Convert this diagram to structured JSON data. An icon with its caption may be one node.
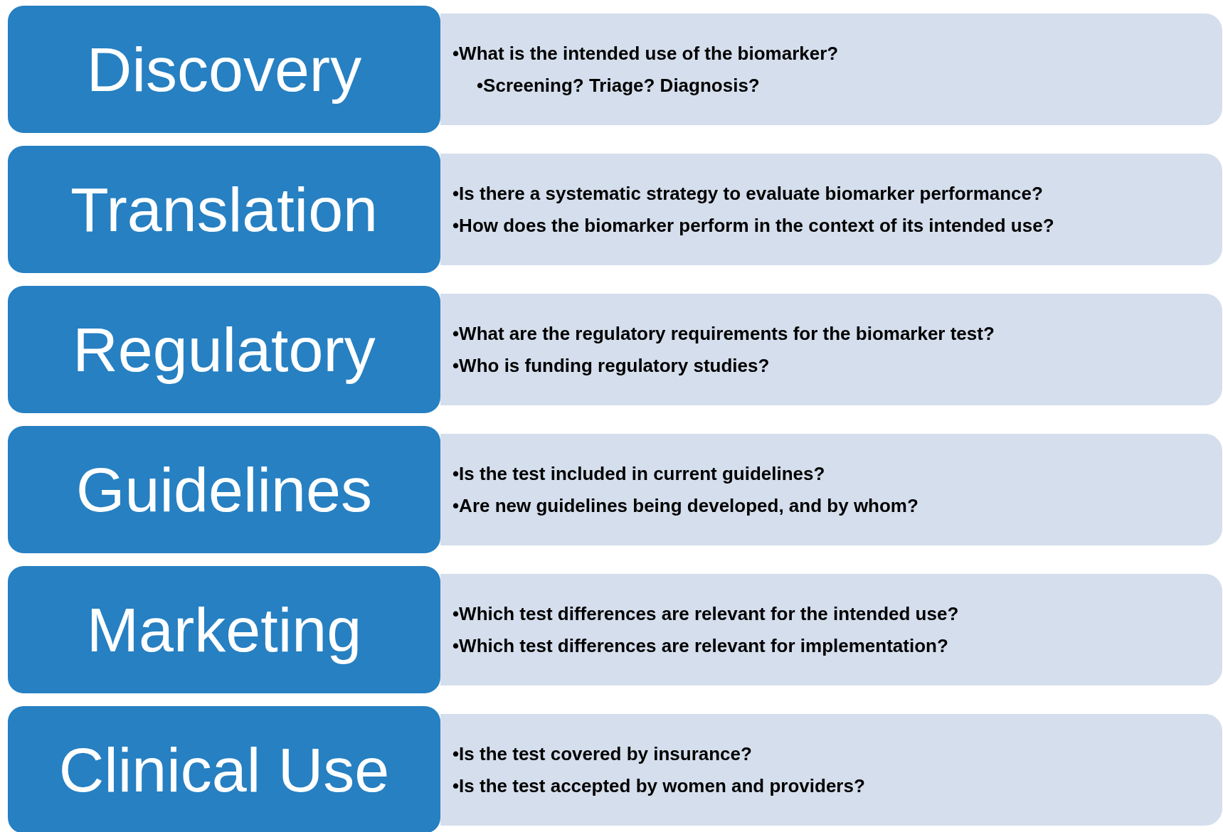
{
  "diagram": {
    "nodes": [
      {
        "text": [
          "Discovery"
        ]
      },
      {
        "text": [
          "•What is the intended use of the biomarker?",
          "•Screening? Triage? Diagnosis?"
        ]
      },
      {
        "text": [
          "Translation"
        ]
      },
      {
        "text": [
          "•Is there a systematic strategy to evaluate biomarker performance?",
          "•How does the biomarker perform in the context of its intended use?"
        ]
      },
      {
        "text": [
          "Regulatory"
        ]
      },
      {
        "text": [
          "•What are the regulatory requirements for the biomarker test?",
          "•Who is funding regulatory studies?"
        ]
      },
      {
        "text": [
          "Guidelines"
        ]
      },
      {
        "text": [
          "•Is the test included in current guidelines?",
          "•Are new guidelines being developed, and by whom?"
        ]
      },
      {
        "text": [
          "Marketing"
        ]
      },
      {
        "text": [
          "•Which test differences are relevant for the intended use?",
          "•Which test differences are relevant for implementation?"
        ]
      },
      {
        "text": [
          "Clinical Use"
        ]
      },
      {
        "text": [
          "•Is the test covered by insurance?",
          "•Is the test accepted by women and providers?"
        ]
      }
    ]
  }
}
